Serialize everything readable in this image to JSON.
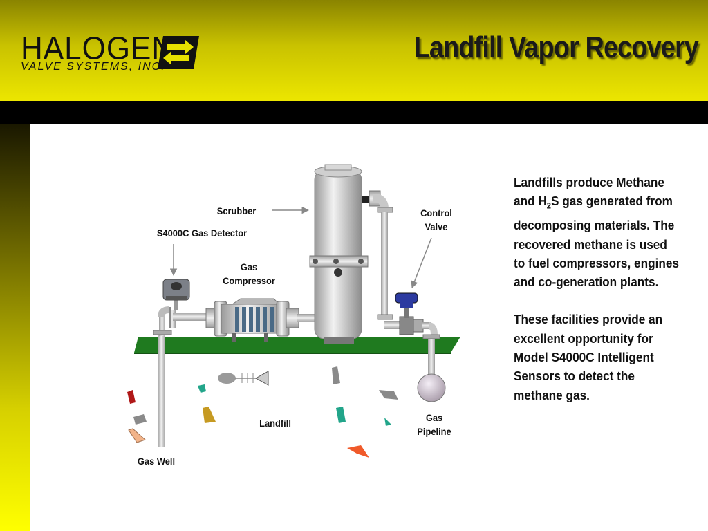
{
  "header": {
    "logo_name": "HALOGEN",
    "logo_subtitle": "VALVE SYSTEMS, INC.",
    "title": "Landfill Vapor Recovery"
  },
  "description": {
    "p1_a": "Landfills produce Methane and H",
    "p1_sub": "2",
    "p1_b": "S gas generated from decomposing materials. The recovered methane is used to fuel compressors, engines and co-generation plants.",
    "p2": "These facilities provide an excellent opportunity for Model S4000C Intelligent Sensors to detect the methane gas."
  },
  "diagram": {
    "scrubber": "Scrubber",
    "gas_detector": "S4000C Gas Detector",
    "gas_compressor_1": "Gas",
    "gas_compressor_2": "Compressor",
    "control_valve_1": "Control",
    "control_valve_2": "Valve",
    "landfill": "Landfill",
    "gas_pipeline_1": "Gas",
    "gas_pipeline_2": "Pipeline",
    "gas_well": "Gas Well"
  },
  "colors": {
    "header_yellow": "#ece600",
    "ground_green": "#1f7a1f",
    "sidebar_yellow": "#ffff00"
  }
}
